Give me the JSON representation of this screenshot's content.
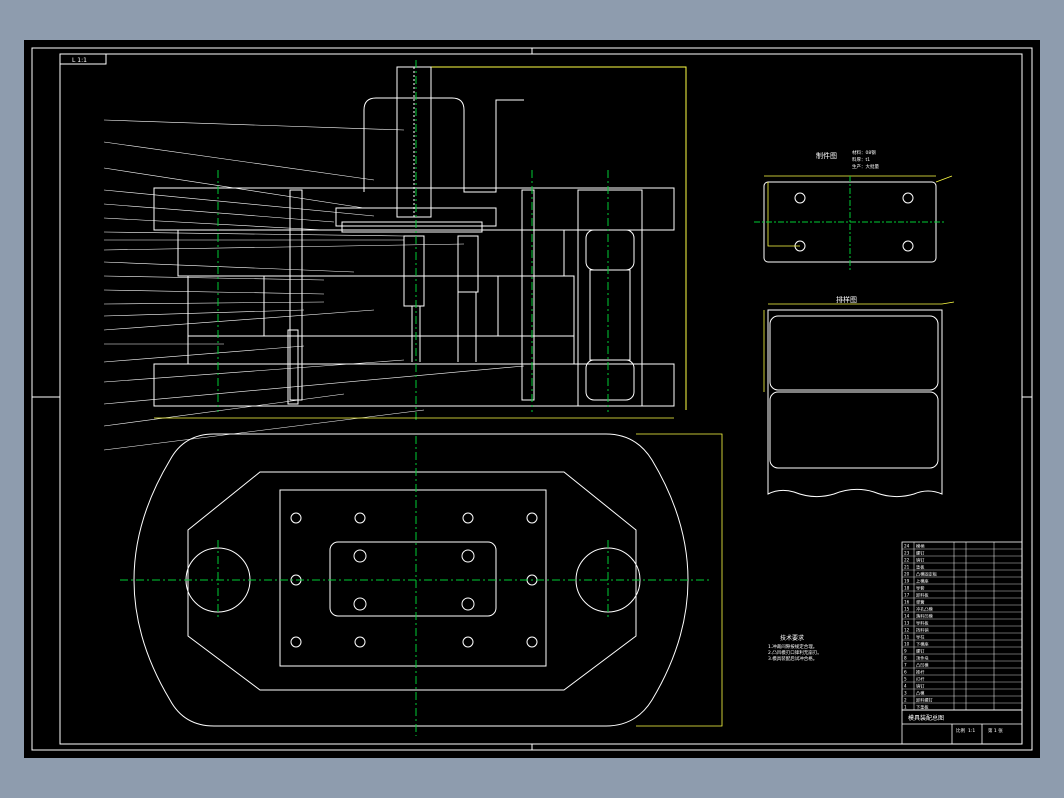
{
  "title_block_tag": "L 1:1",
  "views": {
    "part_drawing_title": "制件图",
    "part_notes": [
      "材料：08钢",
      "料厚：t1",
      "生产：大批量"
    ],
    "strip_layout_title": "排样图"
  },
  "technical_requirements": {
    "heading": "技术要求",
    "items": [
      "1.冲裁间隙按规定合理。",
      "2.凸凹模刃口锋利无崩刃。",
      "3.模具装配后试冲合格。"
    ]
  },
  "parts_list": [
    {
      "no": "24",
      "name": "模柄"
    },
    {
      "no": "23",
      "name": "螺钉"
    },
    {
      "no": "22",
      "name": "销钉"
    },
    {
      "no": "21",
      "name": "垫板"
    },
    {
      "no": "20",
      "name": "凸模固定板"
    },
    {
      "no": "19",
      "name": "上模座"
    },
    {
      "no": "18",
      "name": "导套"
    },
    {
      "no": "17",
      "name": "卸料板"
    },
    {
      "no": "16",
      "name": "弹簧"
    },
    {
      "no": "15",
      "name": "冲孔凸模"
    },
    {
      "no": "14",
      "name": "落料凹模"
    },
    {
      "no": "13",
      "name": "导料板"
    },
    {
      "no": "12",
      "name": "挡料销"
    },
    {
      "no": "11",
      "name": "导柱"
    },
    {
      "no": "10",
      "name": "下模座"
    },
    {
      "no": "9",
      "name": "螺钉"
    },
    {
      "no": "8",
      "name": "顶件块"
    },
    {
      "no": "7",
      "name": "凸凹模"
    },
    {
      "no": "6",
      "name": "推杆"
    },
    {
      "no": "5",
      "name": "打杆"
    },
    {
      "no": "4",
      "name": "销钉"
    },
    {
      "no": "3",
      "name": "凸模"
    },
    {
      "no": "2",
      "name": "卸料螺钉"
    },
    {
      "no": "1",
      "name": "下垫板"
    }
  ],
  "title_block": {
    "drawing_name": "模具装配总图",
    "scale_label": "比例",
    "scale_value": "1:1",
    "sheet_label": "第 1 张"
  },
  "colors": {
    "outline": "#ffffff",
    "centerline": "#00cc33",
    "dimension": "#ffff44",
    "background": "#000000",
    "frame_bg": "#8e9cae"
  }
}
